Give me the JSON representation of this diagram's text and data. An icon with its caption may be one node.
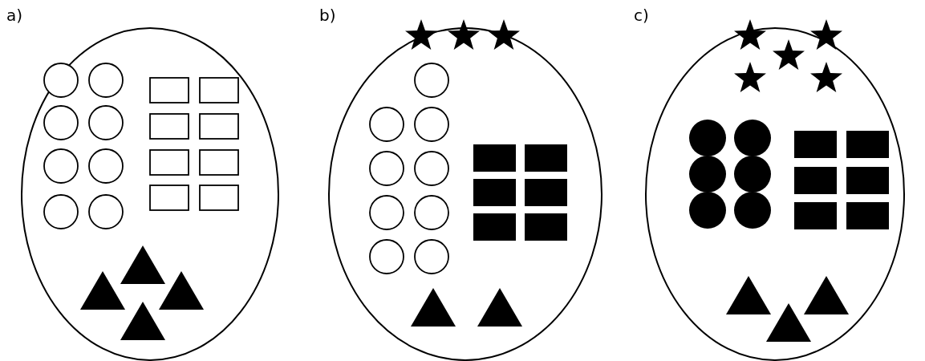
{
  "diagram": {
    "nodes": [
      {
        "text": [
          "a)"
        ]
      },
      {
        "text": [
          "b)"
        ]
      },
      {
        "text": [
          "c)"
        ]
      }
    ]
  }
}
